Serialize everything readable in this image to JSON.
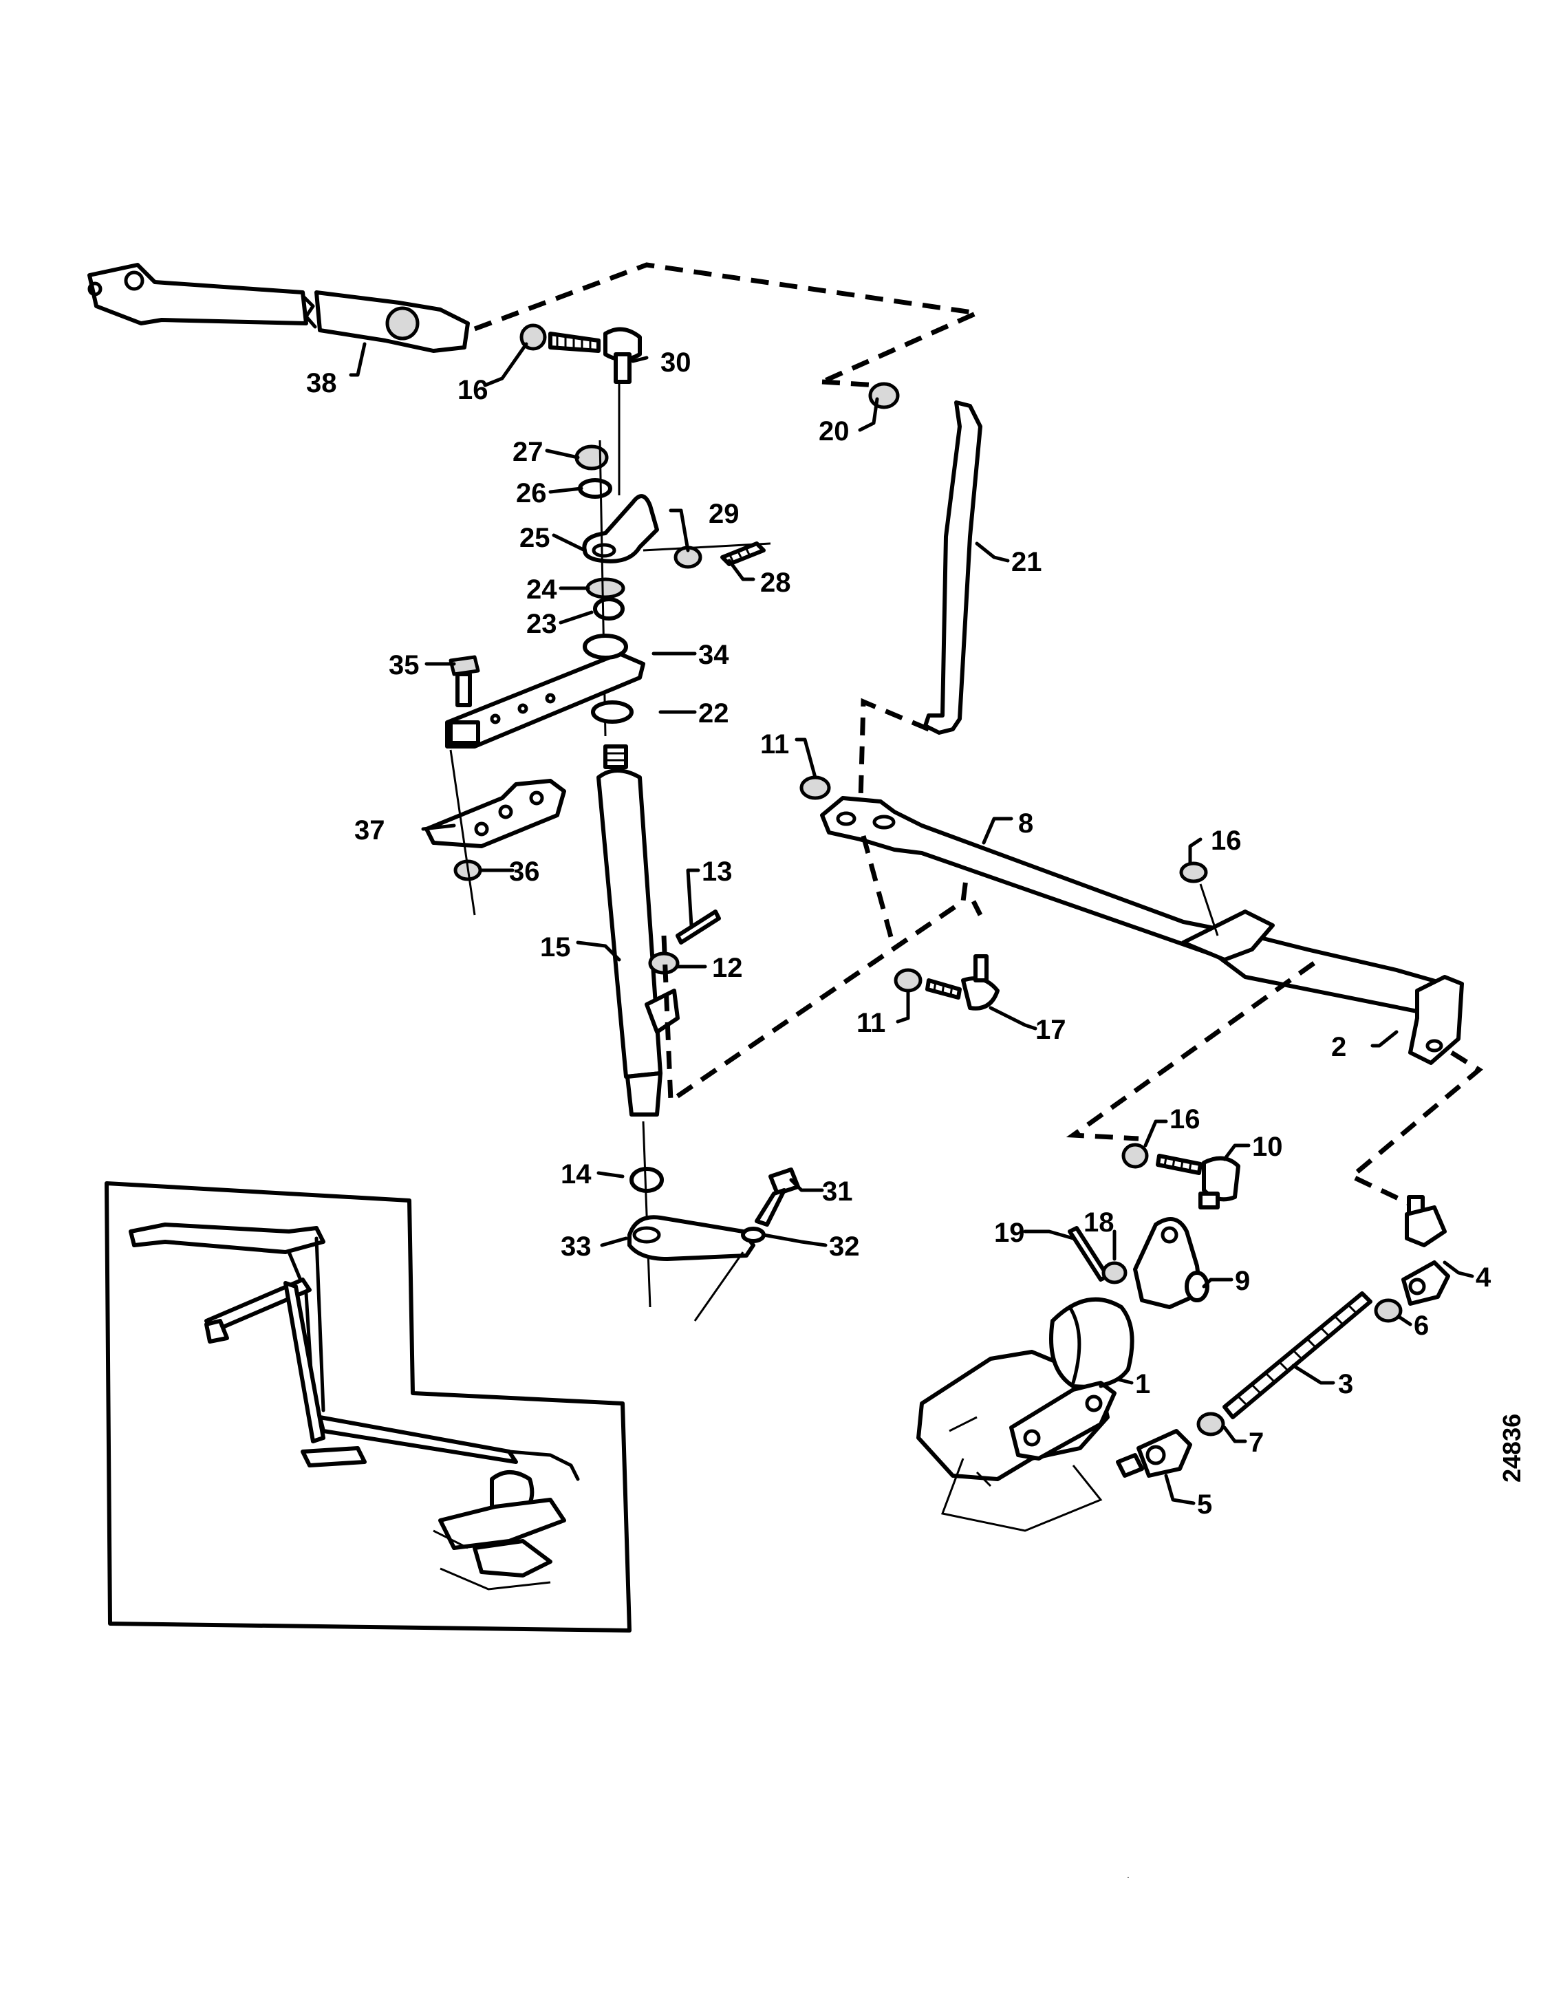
{
  "labels": {
    "1": "1",
    "2": "2",
    "3": "3",
    "4": "4",
    "5": "5",
    "6": "6",
    "7": "7",
    "8": "8",
    "9": "9",
    "10": "10",
    "11a": "11",
    "11b": "11",
    "12": "12",
    "13": "13",
    "14": "14",
    "15": "15",
    "16a": "16",
    "16b": "16",
    "16c": "16",
    "17": "17",
    "18": "18",
    "19": "19",
    "20": "20",
    "21": "21",
    "22": "22",
    "23": "23",
    "24": "24",
    "25": "25",
    "26": "26",
    "27": "27",
    "28": "28",
    "29": "29",
    "30": "30",
    "31": "31",
    "32": "32",
    "33": "33",
    "34": "34",
    "35": "35",
    "36": "36",
    "37": "37",
    "38": "38"
  },
  "reference_number": "24836",
  "colors": {
    "ink": "#000000",
    "paper": "#ffffff"
  }
}
